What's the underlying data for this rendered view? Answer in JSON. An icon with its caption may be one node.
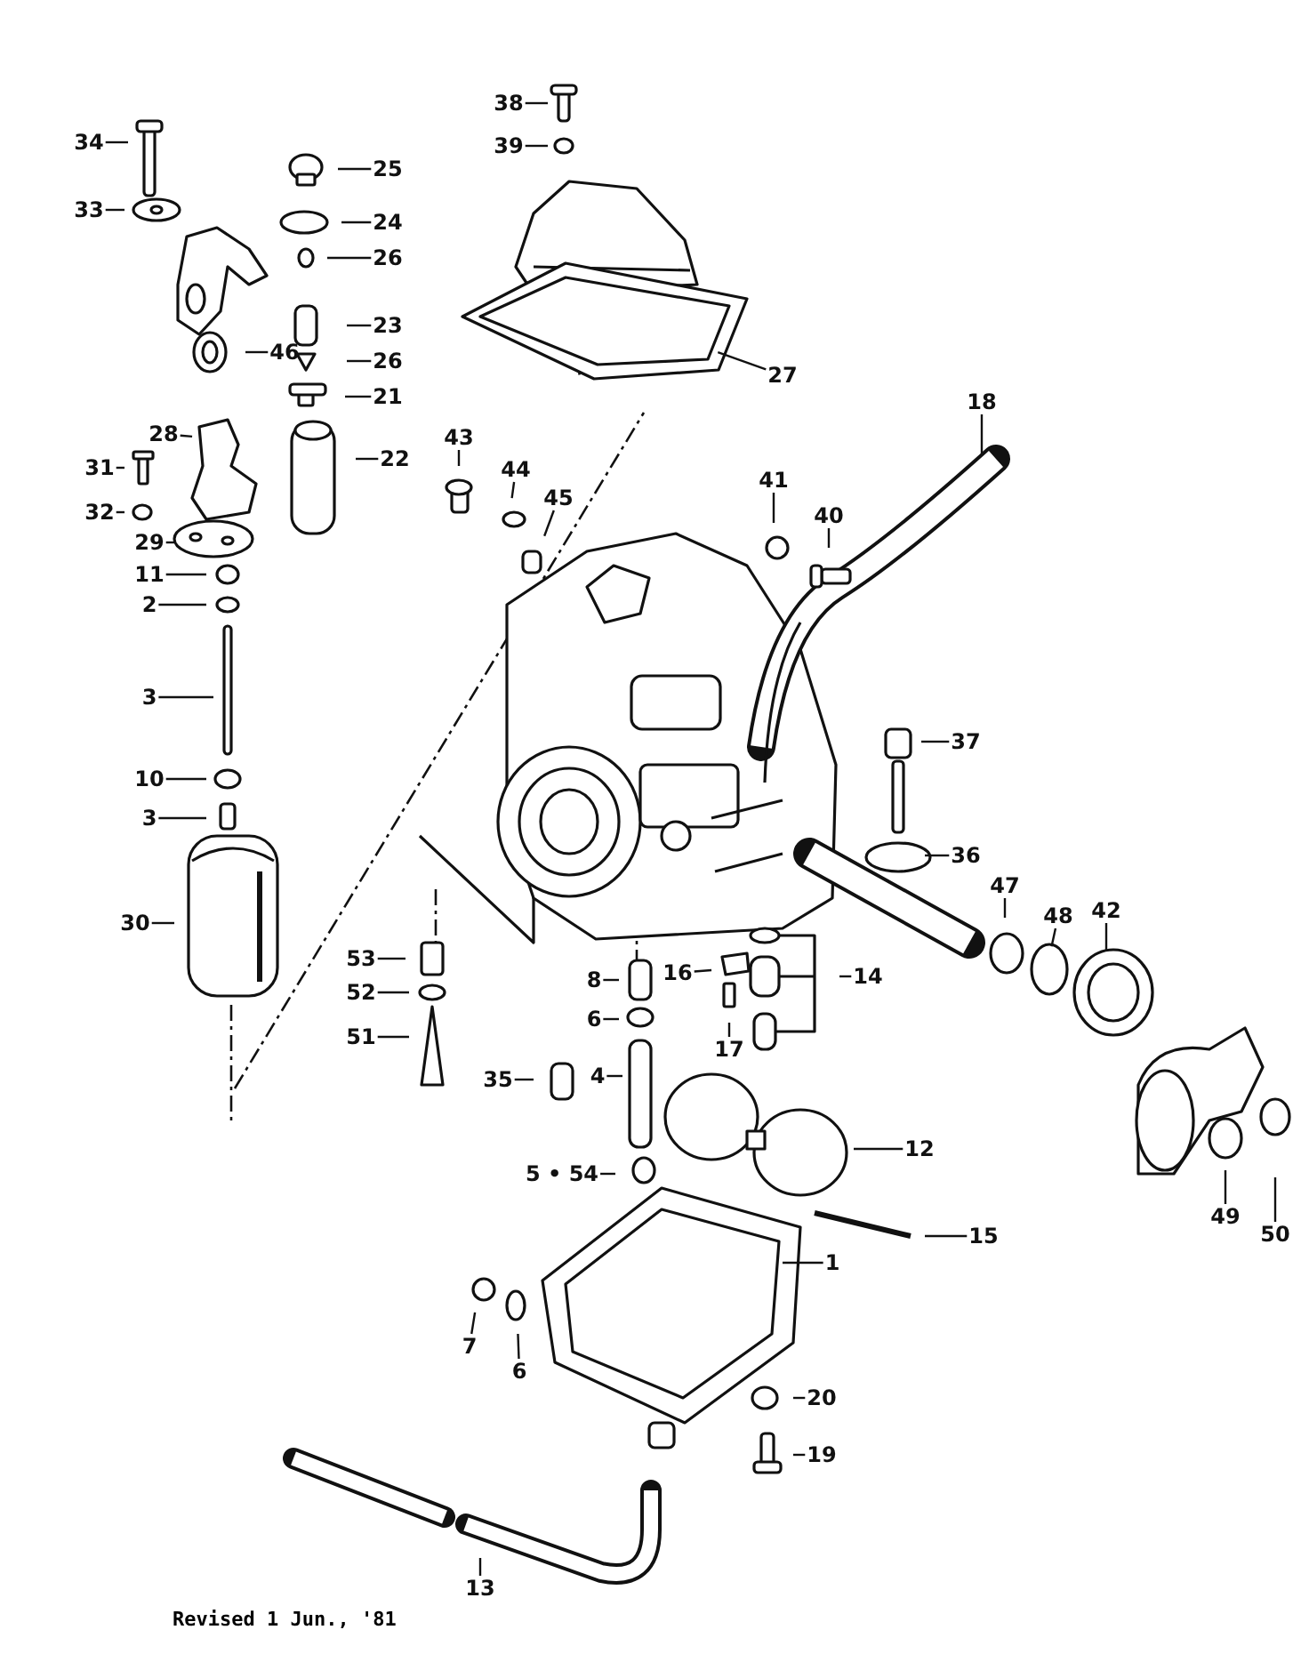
{
  "diagram": {
    "nodes": [
      {
        "text": [
          "34"
        ]
      },
      {
        "text": [
          "33"
        ]
      },
      {
        "text": [
          "25"
        ]
      },
      {
        "text": [
          "24"
        ]
      },
      {
        "text": [
          "26"
        ]
      },
      {
        "text": [
          "23"
        ]
      },
      {
        "text": [
          "26"
        ]
      },
      {
        "text": [
          "21"
        ]
      },
      {
        "text": [
          "46"
        ]
      },
      {
        "text": [
          "22"
        ]
      },
      {
        "text": [
          "38"
        ]
      },
      {
        "text": [
          "39"
        ]
      },
      {
        "text": [
          "27"
        ]
      },
      {
        "text": [
          "28"
        ]
      },
      {
        "text": [
          "31"
        ]
      },
      {
        "text": [
          "32"
        ]
      },
      {
        "text": [
          "29"
        ]
      },
      {
        "text": [
          "43"
        ]
      },
      {
        "text": [
          "44"
        ]
      },
      {
        "text": [
          "45"
        ]
      },
      {
        "text": [
          "41"
        ]
      },
      {
        "text": [
          "40"
        ]
      },
      {
        "text": [
          "18"
        ]
      },
      {
        "text": [
          "11"
        ]
      },
      {
        "text": [
          "2"
        ]
      },
      {
        "text": [
          "3"
        ]
      },
      {
        "text": [
          "10"
        ]
      },
      {
        "text": [
          "3"
        ]
      },
      {
        "text": [
          "37"
        ]
      },
      {
        "text": [
          "36"
        ]
      },
      {
        "text": [
          "30"
        ]
      },
      {
        "text": [
          "47"
        ]
      },
      {
        "text": [
          "48"
        ]
      },
      {
        "text": [
          "42"
        ]
      },
      {
        "text": [
          "53"
        ]
      },
      {
        "text": [
          "8"
        ]
      },
      {
        "text": [
          "16"
        ]
      },
      {
        "text": [
          "14"
        ]
      },
      {
        "text": [
          "52"
        ]
      },
      {
        "text": [
          "6"
        ]
      },
      {
        "text": [
          "17"
        ]
      },
      {
        "text": [
          "51"
        ]
      },
      {
        "text": [
          "35"
        ]
      },
      {
        "text": [
          "4"
        ]
      },
      {
        "text": [
          "12"
        ]
      },
      {
        "text": [
          "49"
        ]
      },
      {
        "text": [
          "50"
        ]
      },
      {
        "text": [
          "5 • 54"
        ]
      },
      {
        "text": [
          "15"
        ]
      },
      {
        "text": [
          "1"
        ]
      },
      {
        "text": [
          "7"
        ]
      },
      {
        "text": [
          "6"
        ]
      },
      {
        "text": [
          "20"
        ]
      },
      {
        "text": [
          "19"
        ]
      },
      {
        "text": [
          "13"
        ]
      }
    ],
    "edges": [
      {
        "from": 0,
        "to": null,
        "arrow": "none"
      },
      {
        "from": 1,
        "to": null,
        "arrow": "none"
      },
      {
        "from": 2,
        "to": null,
        "arrow": "none"
      },
      {
        "from": 3,
        "to": null,
        "arrow": "none"
      },
      {
        "from": 4,
        "to": null,
        "arrow": "none"
      },
      {
        "from": 5,
        "to": null,
        "arrow": "none"
      },
      {
        "from": 6,
        "to": null,
        "arrow": "none"
      },
      {
        "from": 7,
        "to": null,
        "arrow": "none"
      },
      {
        "from": 8,
        "to": null,
        "arrow": "none"
      },
      {
        "from": 9,
        "to": null,
        "arrow": "none"
      },
      {
        "from": 10,
        "to": null,
        "arrow": "none"
      },
      {
        "from": 11,
        "to": null,
        "arrow": "none"
      },
      {
        "from": 12,
        "to": null,
        "arrow": "none"
      },
      {
        "from": 13,
        "to": null,
        "arrow": "none"
      },
      {
        "from": 14,
        "to": null,
        "arrow": "none"
      },
      {
        "from": 15,
        "to": null,
        "arrow": "none"
      },
      {
        "from": 16,
        "to": null,
        "arrow": "none"
      },
      {
        "from": 17,
        "to": null,
        "arrow": "none"
      },
      {
        "from": 18,
        "to": null,
        "arrow": "none"
      },
      {
        "from": 19,
        "to": null,
        "arrow": "none"
      },
      {
        "from": 20,
        "to": null,
        "arrow": "none"
      },
      {
        "from": 21,
        "to": null,
        "arrow": "none"
      },
      {
        "from": 22,
        "to": null,
        "arrow": "none"
      },
      {
        "from": 23,
        "to": null,
        "arrow": "none"
      },
      {
        "from": 24,
        "to": null,
        "arrow": "none"
      },
      {
        "from": 25,
        "to": null,
        "arrow": "none"
      },
      {
        "from": 26,
        "to": null,
        "arrow": "none"
      },
      {
        "from": 27,
        "to": null,
        "arrow": "none"
      },
      {
        "from": 28,
        "to": null,
        "arrow": "none"
      },
      {
        "from": 29,
        "to": null,
        "arrow": "none"
      },
      {
        "from": 30,
        "to": null,
        "arrow": "none"
      },
      {
        "from": 31,
        "to": null,
        "arrow": "none"
      },
      {
        "from": 32,
        "to": null,
        "arrow": "none"
      },
      {
        "from": 33,
        "to": null,
        "arrow": "none"
      },
      {
        "from": 34,
        "to": null,
        "arrow": "none"
      },
      {
        "from": 35,
        "to": null,
        "arrow": "none"
      },
      {
        "from": 36,
        "to": null,
        "arrow": "none"
      },
      {
        "from": 37,
        "to": null,
        "arrow": "none"
      },
      {
        "from": 38,
        "to": null,
        "arrow": "none"
      },
      {
        "from": 39,
        "to": null,
        "arrow": "none"
      },
      {
        "from": 40,
        "to": null,
        "arrow": "none"
      },
      {
        "from": 41,
        "to": null,
        "arrow": "none"
      },
      {
        "from": 42,
        "to": null,
        "arrow": "none"
      },
      {
        "from": 43,
        "to": null,
        "arrow": "none"
      },
      {
        "from": 44,
        "to": null,
        "arrow": "none"
      },
      {
        "from": 45,
        "to": null,
        "arrow": "none"
      },
      {
        "from": 46,
        "to": null,
        "arrow": "none"
      },
      {
        "from": 47,
        "to": null,
        "arrow": "none"
      },
      {
        "from": 48,
        "to": null,
        "arrow": "none"
      },
      {
        "from": 49,
        "to": null,
        "arrow": "none"
      },
      {
        "from": 50,
        "to": null,
        "arrow": "none"
      },
      {
        "from": 51,
        "to": null,
        "arrow": "none"
      },
      {
        "from": 52,
        "to": null,
        "arrow": "none"
      },
      {
        "from": 53,
        "to": null,
        "arrow": "none"
      },
      {
        "from": 54,
        "to": null,
        "arrow": "none"
      }
    ],
    "labels": [
      "Revised 1 Jun., '81"
    ]
  }
}
